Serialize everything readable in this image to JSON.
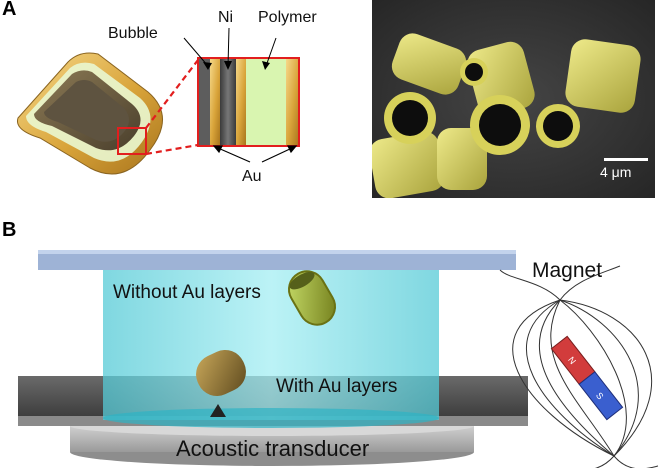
{
  "panel_a": {
    "letter": "A",
    "labels": {
      "bubble": "Bubble",
      "ni": "Ni",
      "polymer": "Polymer",
      "au": "Au"
    },
    "scale_bar": "4 μm"
  },
  "panel_b": {
    "letter": "B",
    "labels": {
      "without_au": "Without Au layers",
      "with_au": "With Au layers",
      "transducer": "Acoustic transducer",
      "magnet": "Magnet",
      "magnet_n": "N",
      "magnet_s": "S"
    }
  },
  "colors": {
    "gold": "#e3b44c",
    "polymer_green": "#d9f5b0",
    "sem_yellow": "#d7d15a",
    "water": "#7fdce6",
    "slide": "#9eb3d6",
    "magnet_red": "#d23c3c",
    "magnet_blue": "#3a5fcf"
  }
}
